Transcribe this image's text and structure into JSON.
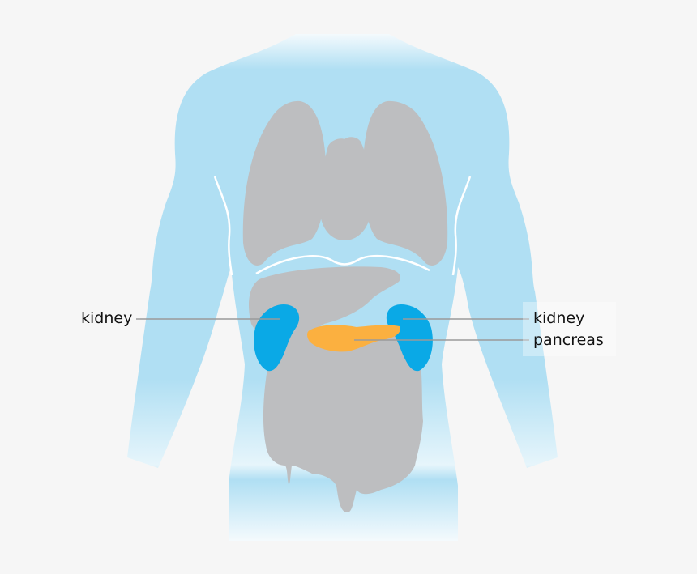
{
  "labels": {
    "left_kidney": "kidney",
    "right_kidney": "kidney",
    "pancreas": "pancreas"
  },
  "colors": {
    "body": "#b0dff3",
    "organs": "#bdbec0",
    "kidney": "#0aa9e6",
    "pancreas": "#fbb040",
    "background": "#f6f6f6",
    "leader_line": "#9a9a9a"
  }
}
